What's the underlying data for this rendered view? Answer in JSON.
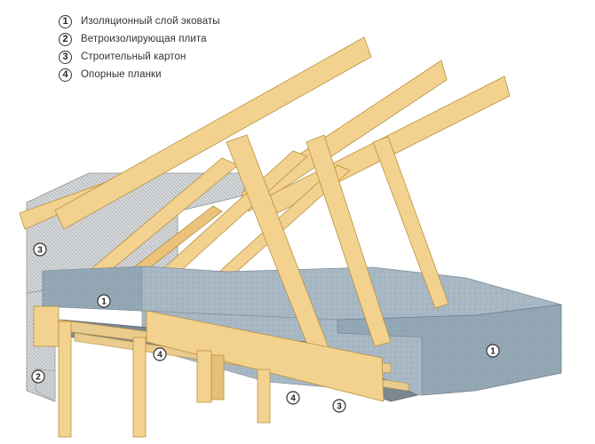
{
  "legend": [
    {
      "num": "1",
      "label": "Изоляционный слой эковаты"
    },
    {
      "num": "2",
      "label": "Ветроизолирующая плита"
    },
    {
      "num": "3",
      "label": "Строительный картон"
    },
    {
      "num": "4",
      "label": "Опорные планки"
    }
  ],
  "callouts": {
    "c1a": "1",
    "c1b": "1",
    "c2": "2",
    "c3a": "3",
    "c3b": "3",
    "c4a": "4",
    "c4b": "4"
  },
  "colors": {
    "wood": "#f3d28f",
    "wood_dark": "#c9a055",
    "insulation": "#a9bac6",
    "insulation_side": "#94a7b5",
    "wind_board": "#d3d6d8",
    "cardboard": "#7d8790"
  }
}
